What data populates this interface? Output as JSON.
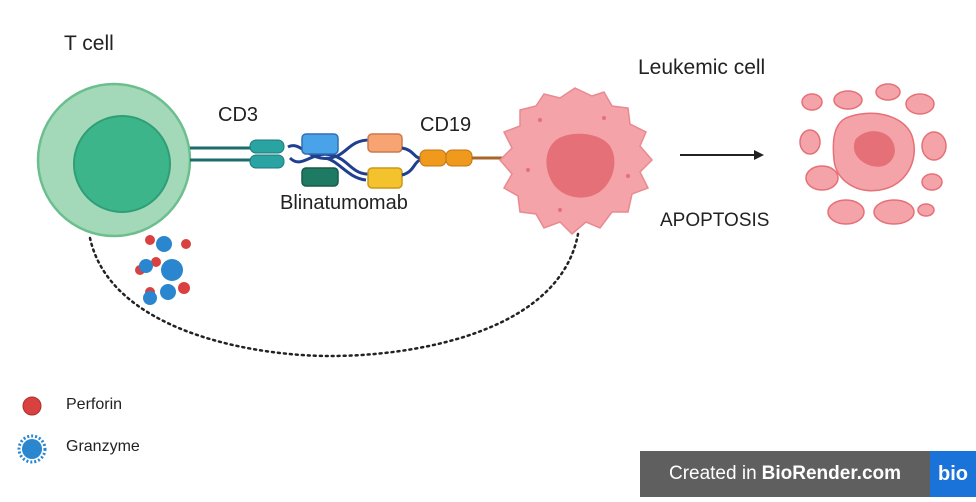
{
  "diagram": {
    "t_cell_label": "T cell",
    "leukemic_cell_label": "Leukemic cell",
    "cd3_label": "CD3",
    "cd19_label": "CD19",
    "drug_label": "Blinatumomab",
    "outcome_label": "APOPTOSIS"
  },
  "legend": {
    "perforin_label": "Perforin",
    "granzyme_label": "Granzyme"
  },
  "badge": {
    "prefix": "Created in",
    "brand": "BioRender.com",
    "logo": "bio"
  },
  "colors": {
    "t_cell_outer": "#a3d9b8",
    "t_cell_inner": "#3db58a",
    "leukemic_cell": "#f4a3a8",
    "leukemic_nucleus": "#e57077",
    "cd3": "#2aa3a3",
    "cd19": "#f09a1d",
    "perforin": "#d94040",
    "granzyme": "#2a86cf",
    "badge_bg": "#5f5f5f",
    "badge_logo_bg": "#1a73d9"
  }
}
